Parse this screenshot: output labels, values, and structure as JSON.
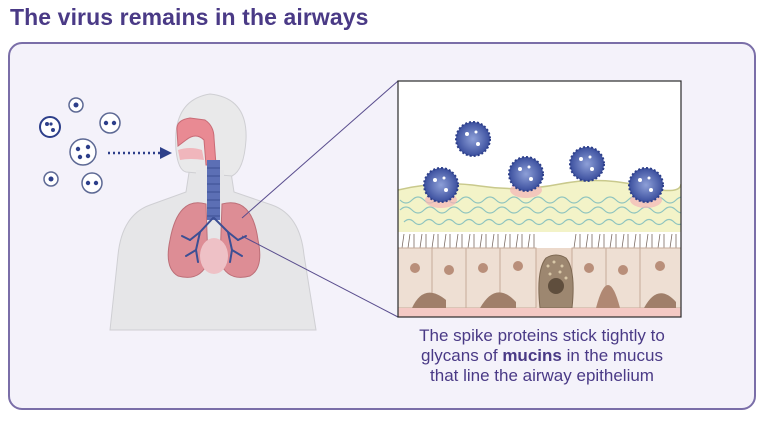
{
  "title": "The virus remains in the airways",
  "caption": {
    "line1": "The spike proteins stick tightly to",
    "line2_before": "glycans of ",
    "line2_bold": "mucins",
    "line2_after": " in the mucus",
    "line3": "that line the airway epithelium"
  },
  "colors": {
    "accent": "#4a3a86",
    "frame_border": "#7a6ea8",
    "virus": "#3b4f9e",
    "lung": "#d98a92",
    "airway": "#5c6fb5"
  }
}
